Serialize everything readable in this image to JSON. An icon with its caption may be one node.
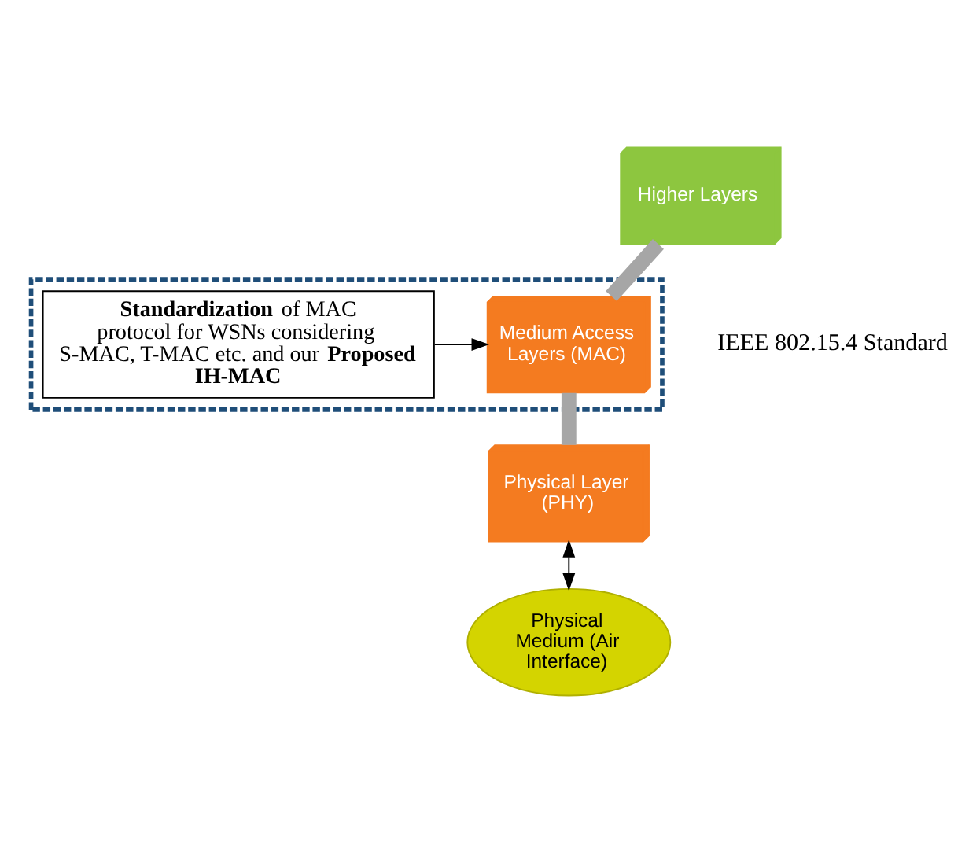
{
  "diagram": {
    "nodes": [
      {
        "text": [
          "Higher Layers"
        ]
      },
      {
        "text": [],
        "shape": "box"
      },
      {
        "text": [
          "Medium Access Layers (MAC)"
        ],
        "in": 1
      },
      {
        "text": [
          "**Standardization** of MAC protocol for WSNs considering S-MAC, T-MAC etc. and our **Proposed IH-MAC**"
        ],
        "in": 1
      },
      {
        "text": [
          "Physical Layer (PHY)"
        ]
      },
      {
        "text": [
          "Physical Medium (Air Interface)"
        ]
      }
    ],
    "edges": [
      {
        "from": 0,
        "to": 2,
        "arrow": "none",
        "style": "thick",
        "color": "#a6a6a6"
      },
      {
        "from": 3,
        "to": 2,
        "arrow": "to",
        "color": "#000000"
      },
      {
        "from": 2,
        "to": 4,
        "arrow": "none",
        "style": "thick",
        "color": "#a6a6a6"
      },
      {
        "from": 4,
        "to": 5,
        "arrow": "both",
        "color": "#000000"
      }
    ],
    "labels": [
      "IEEE 802.15.4 Standard"
    ]
  }
}
